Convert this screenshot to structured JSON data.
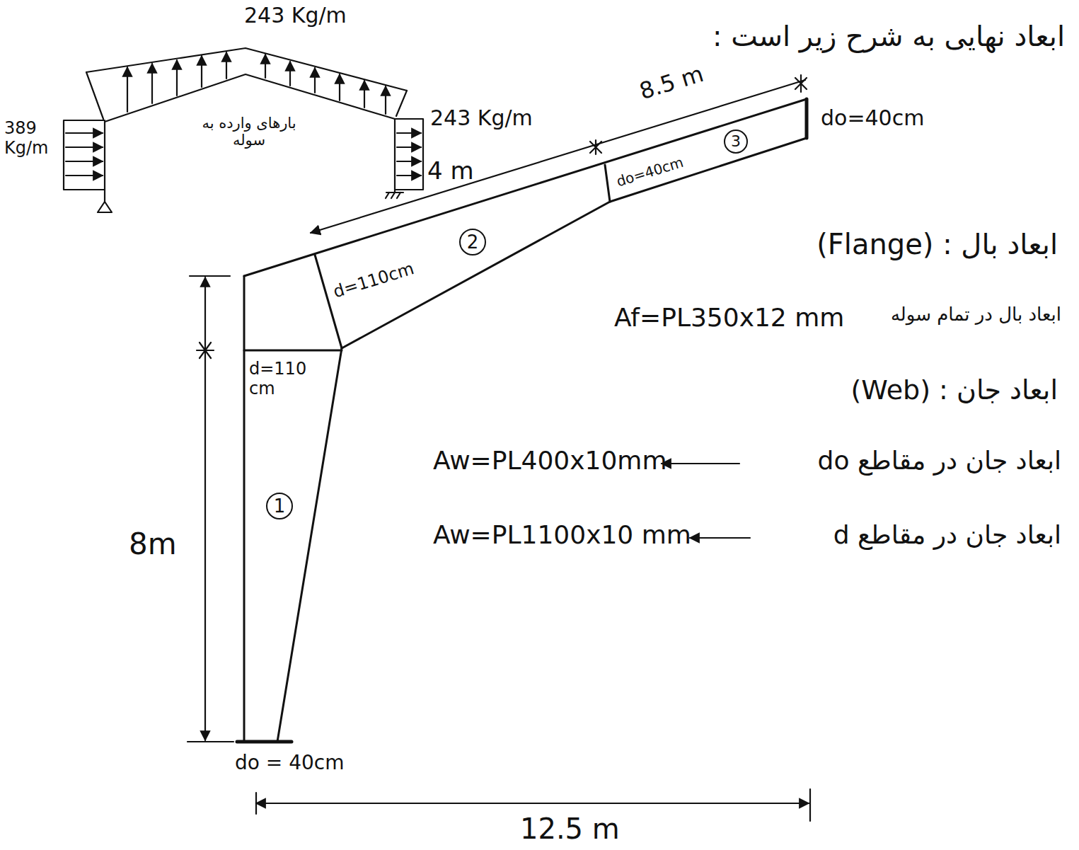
{
  "diagram": {
    "nodes": [
      {
        "text": [
          "1"
        ]
      },
      {
        "text": [
          "2"
        ]
      },
      {
        "text": [
          "3"
        ]
      }
    ],
    "labels": [
      "243 Kg/m",
      "243 Kg/m",
      "389 Kg/m",
      "4 m",
      "بارهای وارده به سوله",
      "ابعاد نهایی به شرح زیر است :",
      "8.5 m",
      "do=40cm",
      "do=40cm",
      "d=110cm",
      "d=110 cm",
      "8m",
      "do = 40cm",
      "12.5 m",
      "ابعاد بال : (Flange)",
      "Af=PL350x12 mm",
      "ابعاد بال در تمام سوله",
      "ابعاد جان : (Web)",
      "Aw=PL400x10mm",
      "ابعاد جان در مقاطع do",
      "Aw=PL1100x10 mm",
      "ابعاد جان در مقاطع d"
    ]
  }
}
